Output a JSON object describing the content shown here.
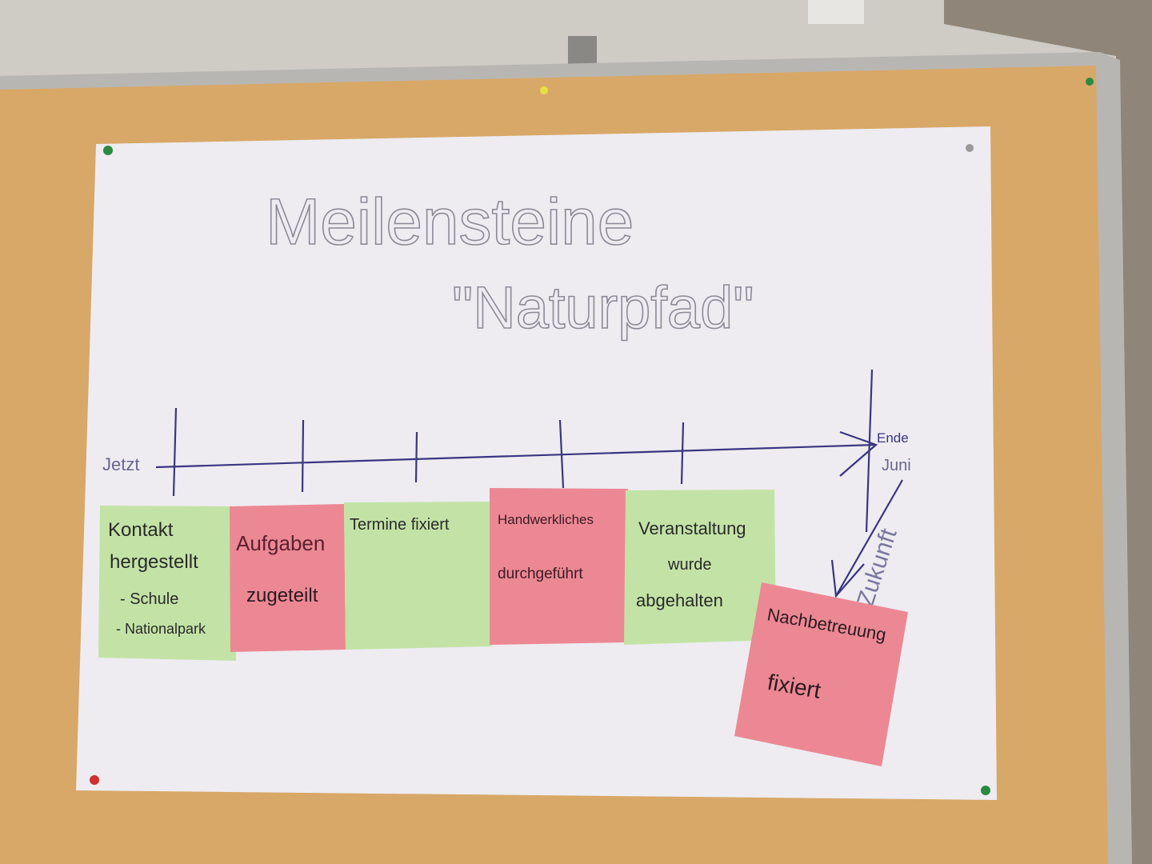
{
  "poster": {
    "title": "Meilensteine",
    "subtitle": "\"Naturpfad\"",
    "start_label": "Jetzt",
    "end_label_line1": "Ende",
    "end_label_line2": "Juni",
    "future_label": "Zukunft"
  },
  "notes": [
    {
      "lines": [
        "Kontakt",
        "hergestellt",
        "- Schule",
        "- Nationalpark"
      ],
      "color": "#c3e3a6"
    },
    {
      "lines": [
        "Aufgaben",
        "zugeteilt"
      ],
      "color": "#ec8893"
    },
    {
      "lines": [
        "Termine fixiert"
      ],
      "color": "#c3e3a6"
    },
    {
      "lines": [
        "Handwerkliches",
        "durchgeführt"
      ],
      "color": "#ec8893"
    },
    {
      "lines": [
        "Veranstaltung",
        "wurde",
        "abgehalten"
      ],
      "color": "#c3e3a6"
    },
    {
      "lines": [
        "Nachbetreuung",
        "fixiert"
      ],
      "color": "#ec8893"
    }
  ],
  "colors": {
    "board": "#d8a868",
    "paper": "#eeecf1",
    "ink": "#3a3580",
    "title_ink": "#8c8a98"
  }
}
